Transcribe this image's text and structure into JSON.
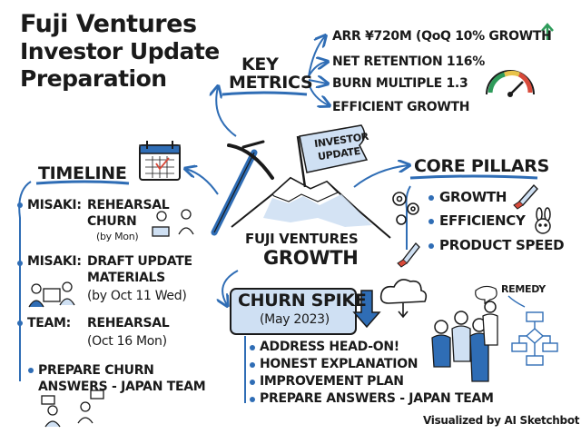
{
  "title": {
    "line1": "Fuji Ventures",
    "line2": "Investor Update",
    "line3": "Preparation"
  },
  "center": {
    "line1": "FUJI VENTURES",
    "line2": "GROWTH",
    "flag_line1": "INVESTOR",
    "flag_line2": "UPDATE"
  },
  "key_metrics": {
    "heading_line1": "KEY",
    "heading_line2": "METRICS",
    "items": [
      "ARR ¥720M (QoQ 10% GROWTH",
      "NET RETENTION 116%",
      "BURN MULTIPLE 1.3",
      "EFFICIENT GROWTH"
    ]
  },
  "core_pillars": {
    "heading": "CORE PILLARS",
    "items": [
      "GROWTH",
      "EFFICIENCY",
      "PRODUCT SPEED"
    ]
  },
  "timeline": {
    "heading": "TIMELINE",
    "item1": {
      "who": "MISAKI:",
      "line1": "REHEARSAL",
      "line2": "CHURN",
      "line3": "(by Mon)"
    },
    "item2": {
      "who": "MISAKI:",
      "line1": "DRAFT UPDATE",
      "line2": "MATERIALS",
      "line3": "(by Oct 11 Wed)"
    },
    "item3": {
      "who": "TEAM:",
      "line1": "REHEARSAL",
      "line2": "(Oct 16 Mon)"
    },
    "item4": {
      "line1": "PREPARE CHURN",
      "line2": "ANSWERS - JAPAN TEAM"
    }
  },
  "churn": {
    "heading": "CHURN SPIKE",
    "sub": "(May 2023)",
    "items": [
      "ADDRESS HEAD-ON!",
      "HONEST EXPLANATION",
      "IMPROVEMENT PLAN",
      "PREPARE ANSWERS - JAPAN TEAM"
    ]
  },
  "remedy": {
    "label": "REMEDY"
  },
  "credit": "Visualized by AI Sketchbot",
  "colors": {
    "ink": "#1a1a1a",
    "accent_blue": "#2f6db5",
    "light_blue": "#cfe0f3",
    "green_arrow": "#2e9b5a",
    "gauge_red": "#d84a3a"
  }
}
